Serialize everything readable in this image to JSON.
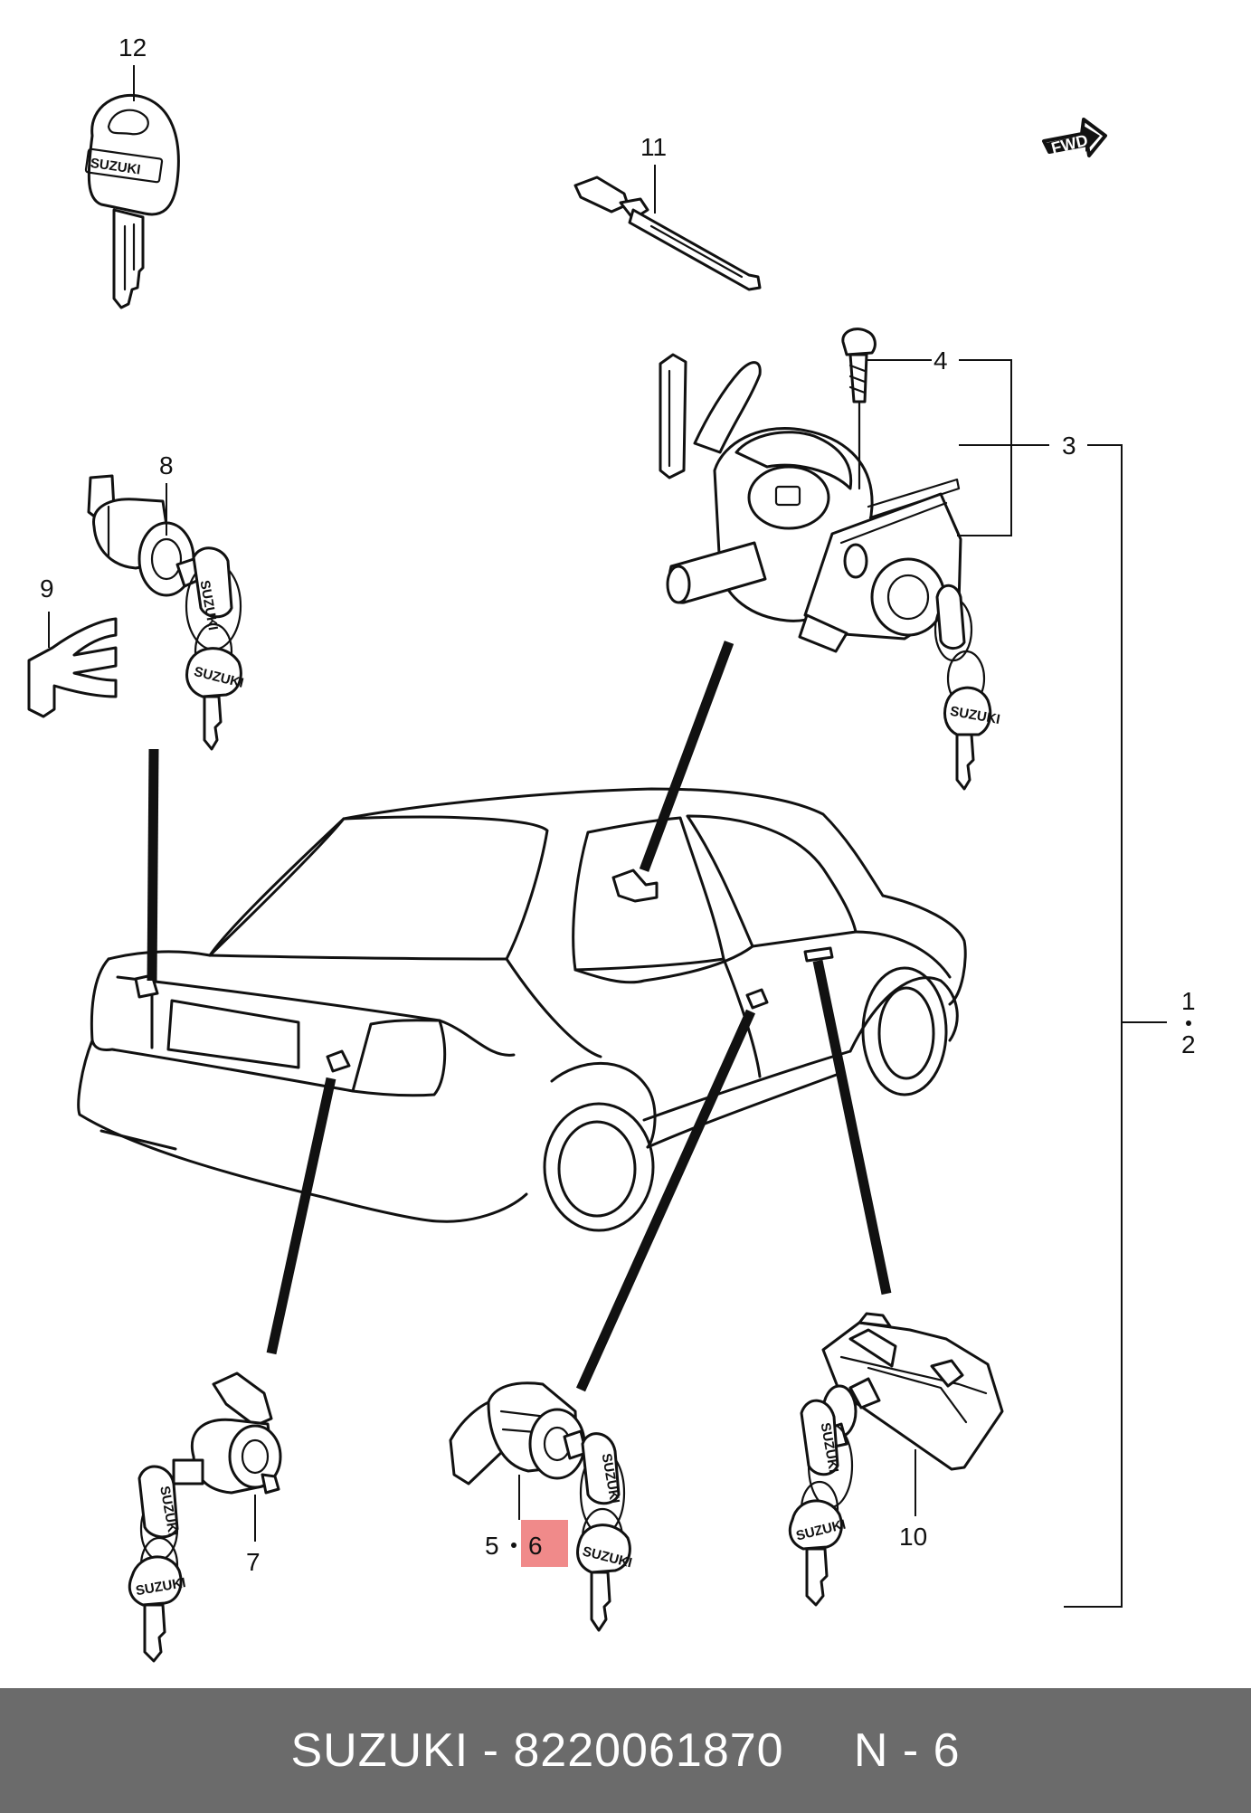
{
  "callouts": {
    "c1": "1",
    "c2": "2",
    "c3": "3",
    "c4": "4",
    "c5": "5",
    "c6": "6",
    "c7": "7",
    "c8": "8",
    "c9": "9",
    "c10": "10",
    "c11": "11",
    "c12": "12"
  },
  "fwd_label": "FWD",
  "key_logo": "SUZUKI",
  "highlight_color": "#f08a8a",
  "footer": {
    "brand": "SUZUKI",
    "separator": " - ",
    "part_number": "8220061870",
    "gap": "     ",
    "diagram_ref": "N - 6"
  }
}
